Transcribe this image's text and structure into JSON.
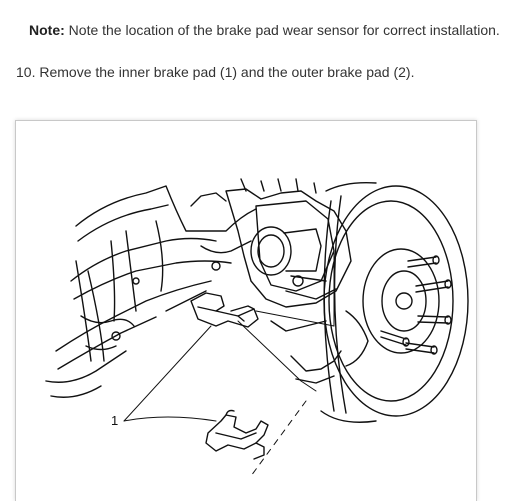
{
  "note": {
    "label": "Note:",
    "text": " Note the location of the brake pad wear sensor for correct installation."
  },
  "step": {
    "text": "10. Remove the inner brake pad (1) and the outer brake pad (2)."
  },
  "figure": {
    "callout_1": "1"
  }
}
